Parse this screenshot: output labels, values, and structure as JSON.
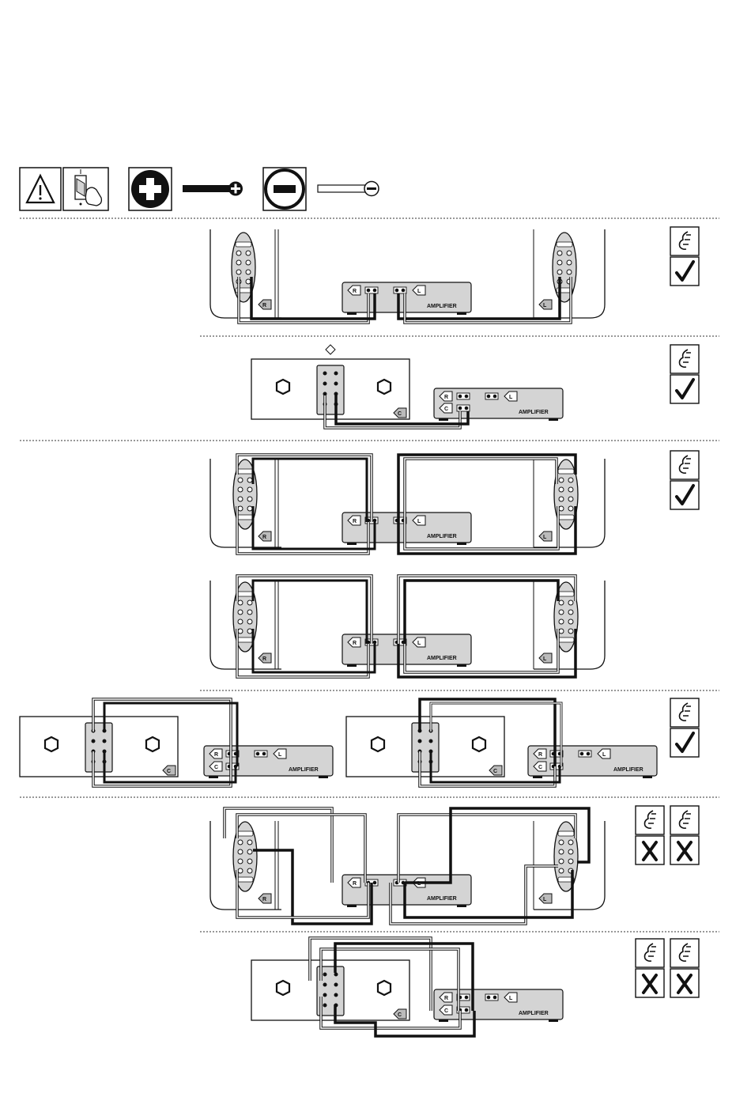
{
  "header": {
    "warning_icon": "warning-triangle-icon",
    "switch_icon": "power-switch-off-icon",
    "positive_icon": "plus-circle-icon",
    "negative_icon": "minus-circle-icon",
    "positive_wire": "black-wire-plus-icon",
    "negative_wire": "white-wire-minus-icon"
  },
  "labels": {
    "amplifier": "AMPLIFIER",
    "right": "R",
    "left": "L",
    "center": "C"
  },
  "sections": [
    {
      "id": "stereo-single-wire",
      "status": "correct",
      "badges": 1
    },
    {
      "id": "center-single-wire",
      "status": "correct",
      "badges": 1
    },
    {
      "id": "stereo-bi-wire",
      "status": "correct",
      "badges": 1
    },
    {
      "id": "center-bi-wire",
      "status": "correct",
      "badges": 1
    },
    {
      "id": "stereo-wrong",
      "status": "wrong",
      "badges": 2
    },
    {
      "id": "center-wrong",
      "status": "wrong",
      "badges": 2
    }
  ],
  "colors": {
    "ink": "#111111",
    "panel": "#d4d4d4",
    "paper": "#ffffff"
  }
}
